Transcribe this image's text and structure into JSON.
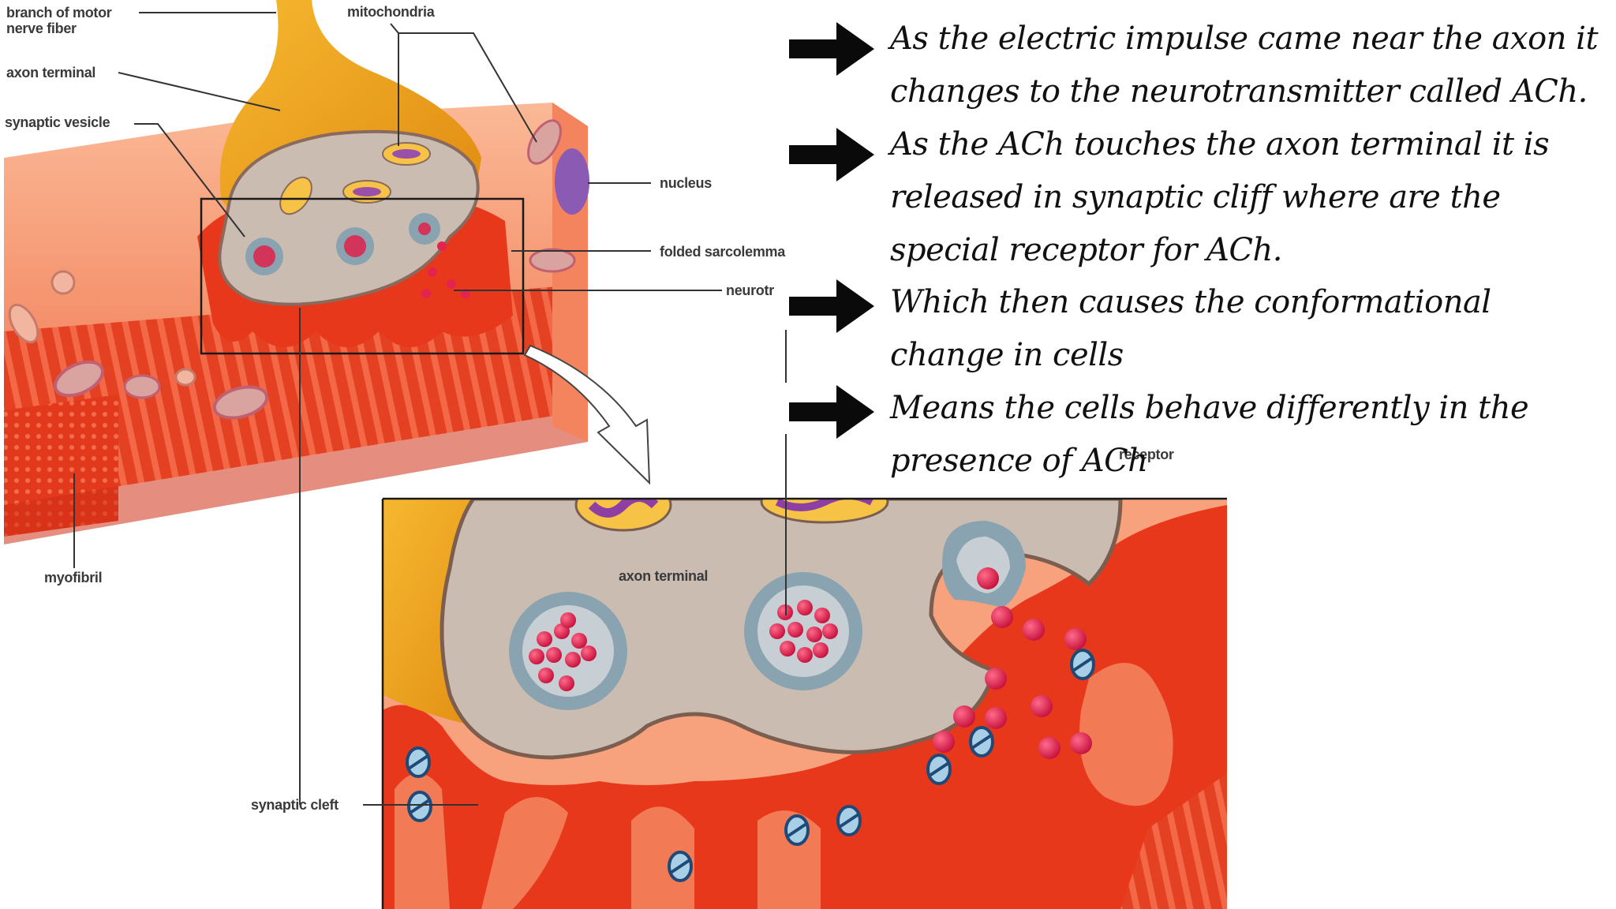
{
  "diagram": {
    "labels": {
      "branch_motor_nerve_fiber": "branch of motor\nnerve fiber",
      "mitochondria": "mitochondria",
      "axon_terminal": "axon terminal",
      "synaptic_vesicle": "synaptic vesicle",
      "nucleus": "nucleus",
      "folded_sarcolemma": "folded sarcolemma",
      "neurotransmitter": "neurotr",
      "myofibril": "myofibril",
      "synaptic_cleft": "synaptic cleft",
      "receptor": "receptor",
      "axon_terminal_zoom": "axon terminal"
    },
    "colors": {
      "nerve": "#f0a21c",
      "muscle": "#f7a27c",
      "muscle_dark": "#ea4a25",
      "terminal": "#cbbcb2",
      "vesicle": "#8aa3b0",
      "ach": "#e5234f"
    }
  },
  "notes": [
    {
      "icon": "right-arrow-icon",
      "text": "As the electric impulse came near the axon it changes to the neurotransmitter called ACh."
    },
    {
      "icon": "right-arrow-icon",
      "text": "As the ACh touches the axon terminal it is released in synaptic cliff where are the special receptor for ACh."
    },
    {
      "icon": "right-arrow-icon",
      "text": "Which then causes the conformational change in cells"
    },
    {
      "icon": "right-arrow-icon",
      "text": "Means the cells behave differently in the presence of ACh"
    }
  ]
}
